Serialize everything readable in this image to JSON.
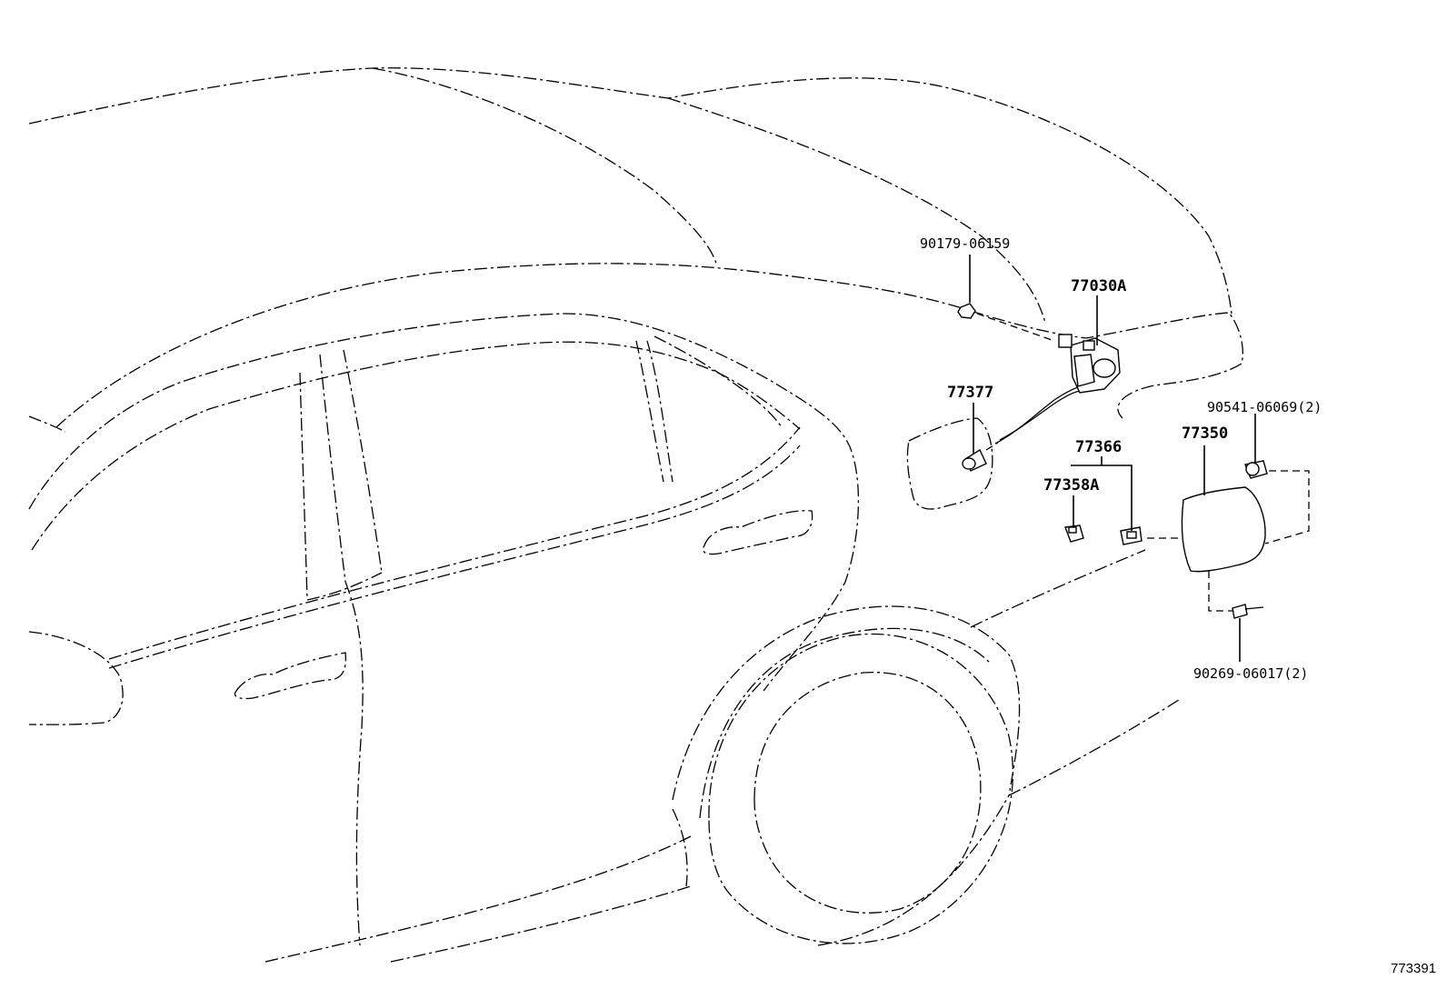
{
  "labels": {
    "screw_top": "90179-06159",
    "actuator": "77030A",
    "spring_77377": "77377",
    "hinge_set": "77366",
    "hinge_77358A": "77358A",
    "fuel_lid": "77350",
    "bumper": "90541-06069(2)",
    "screw_bottom": "90269-06017(2)"
  },
  "figure_id": "773391"
}
